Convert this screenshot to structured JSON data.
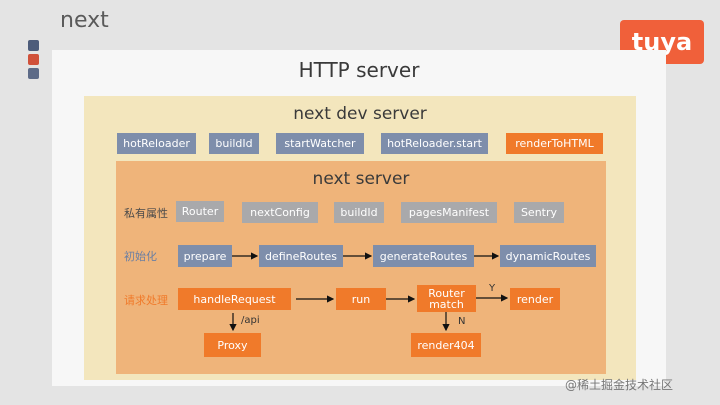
{
  "title": "next",
  "logo": "tuya",
  "http": {
    "label": "HTTP server"
  },
  "dev": {
    "label": "next dev server",
    "items": [
      "hotReloader",
      "buildId",
      "startWatcher",
      "hotReloader.start",
      "renderToHTML"
    ]
  },
  "next": {
    "label": "next server",
    "private_label": "私有属性",
    "private_items": [
      "Router",
      "nextConfig",
      "buildId",
      "pagesManifest",
      "Sentry"
    ],
    "init_label": "初始化",
    "init_items": [
      "prepare",
      "defineRoutes",
      "generateRoutes",
      "dynamicRoutes"
    ],
    "req_label": "请求处理",
    "req_items": {
      "handle": "handleRequest",
      "run": "run",
      "router": "Router\nmatch",
      "render": "render",
      "proxy": "Proxy",
      "render404": "render404"
    },
    "edge_labels": {
      "api": "/api",
      "yes": "Y",
      "no": "N"
    }
  },
  "watermark": "@稀土掘金技术社区",
  "colors": {
    "blue": "#7e8eab",
    "grey": "#a9a9ab",
    "orange": "#f07a2a",
    "dev_bg": "#f3e6bd",
    "next_bg": "#efb47a",
    "init_label": "#6b7fa3",
    "req_label": "#f07a2a"
  }
}
